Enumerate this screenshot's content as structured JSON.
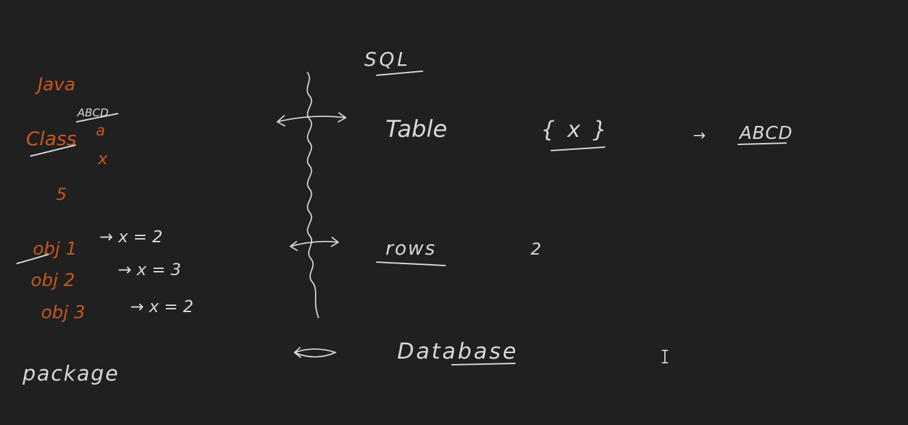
{
  "colors": {
    "background": "#202020",
    "chalk_white": "#d8d8d8",
    "chalk_orange": "#c8561d"
  },
  "left_notes": {
    "java": "Java",
    "class_label": "Class",
    "class_name": "ABCD",
    "field_a": "a",
    "field_x": "x",
    "count": "5",
    "objects": [
      {
        "name": "obj 1",
        "value": "→ x = 2"
      },
      {
        "name": "obj 2",
        "value": "→ x = 3"
      },
      {
        "name": "obj 3",
        "value": "→ x = 2"
      }
    ],
    "package": "package"
  },
  "middle_notes": {
    "sql": "SQL",
    "table": "Table",
    "rows": "rows",
    "rows_count": "2",
    "database": "Database"
  },
  "right_notes": {
    "set_x": "{ x }",
    "arrow": "→",
    "class_ref": "ABCD"
  },
  "cursor_icon": "text-cursor-icon"
}
